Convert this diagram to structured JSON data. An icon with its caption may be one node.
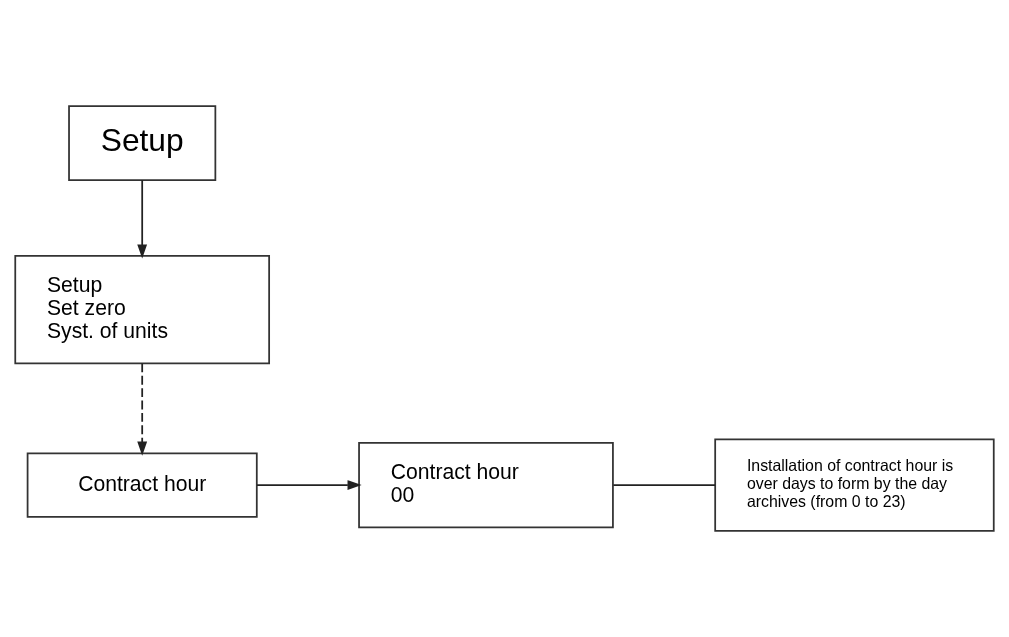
{
  "diagram": {
    "nodes": [
      {
        "text": [
          "Setup"
        ]
      },
      {
        "text": [
          "Setup",
          "Set zero",
          "Syst. of units"
        ]
      },
      {
        "text": [
          "Contract hour"
        ]
      },
      {
        "text": [
          "Contract hour",
          "00"
        ]
      },
      {
        "text": [
          "Installation of contract hour is over days to form by the day archives (from 0 to 23)"
        ]
      }
    ],
    "edges": [
      {
        "from": 0,
        "to": 1,
        "arrow": "to"
      },
      {
        "from": 1,
        "to": 2,
        "arrow": "to",
        "style": "dashed"
      },
      {
        "from": 2,
        "to": 3,
        "arrow": "to"
      },
      {
        "from": 3,
        "to": 4,
        "arrow": "none"
      }
    ]
  }
}
